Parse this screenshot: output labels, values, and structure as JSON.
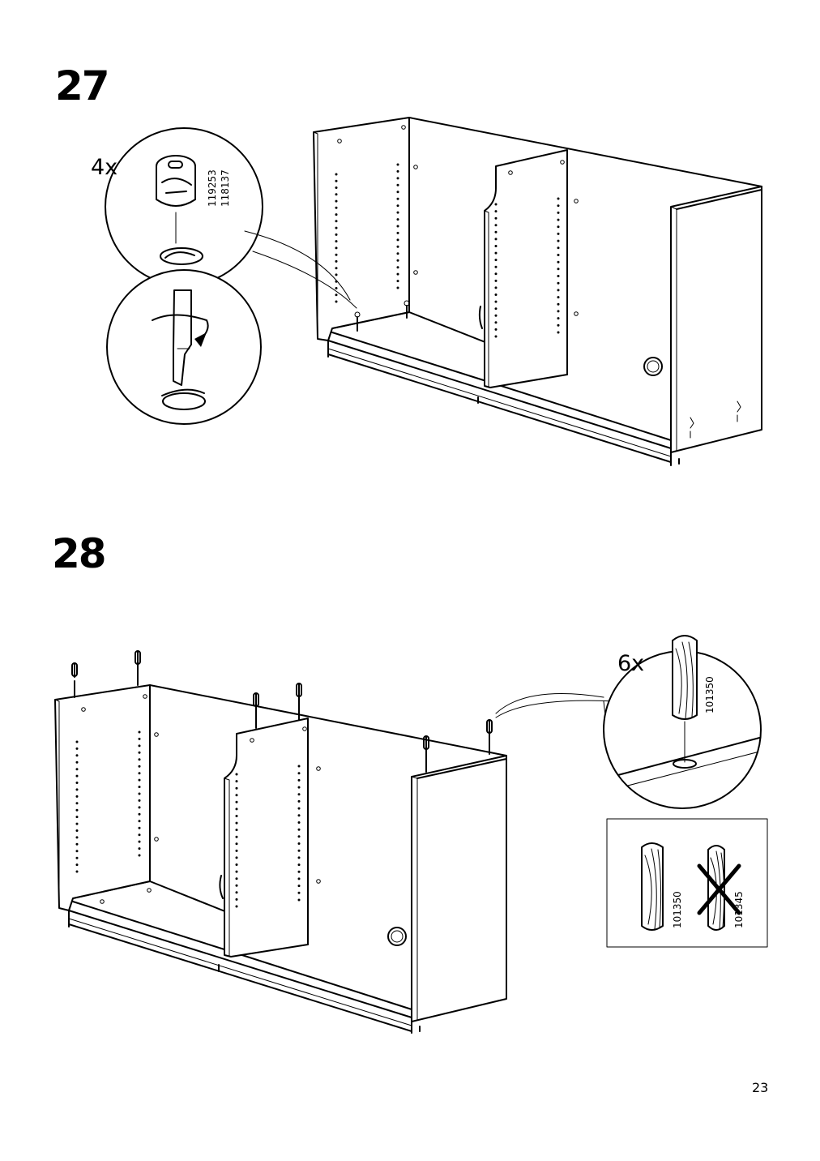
{
  "steps": [
    {
      "number": "27",
      "quantity": "4x",
      "part_numbers": [
        "119253",
        "118137"
      ]
    },
    {
      "number": "28",
      "quantity": "6x",
      "part_number": "101350",
      "comparison": {
        "correct_part": "101350",
        "wrong_part": "101345"
      }
    }
  ],
  "page_number": "23"
}
